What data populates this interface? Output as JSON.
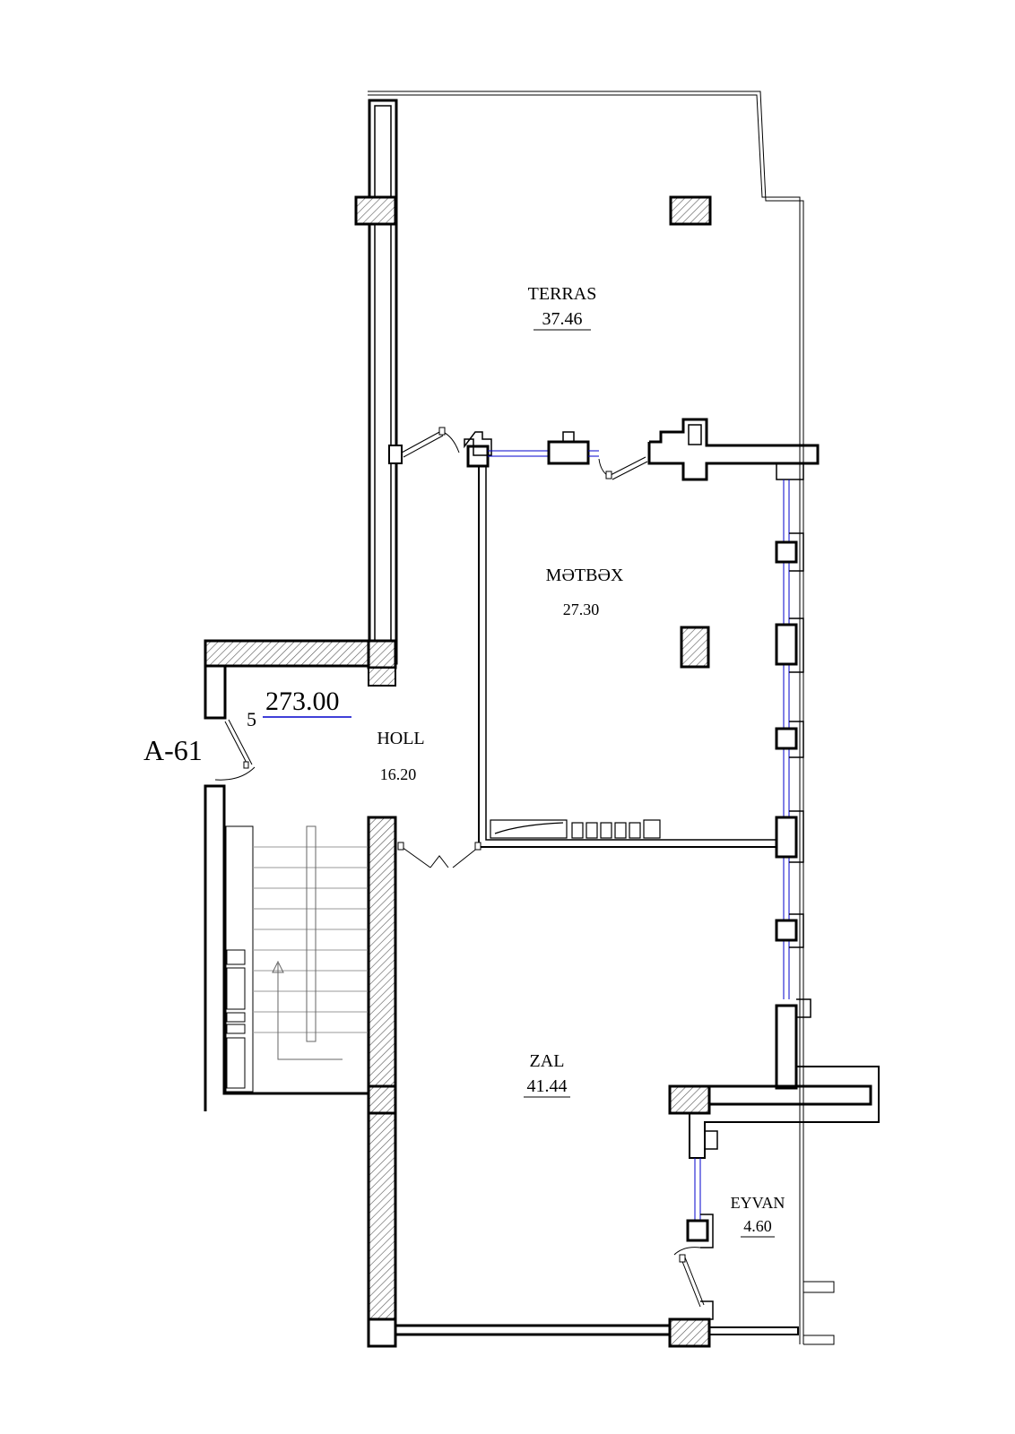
{
  "plan": {
    "apartment_code": "A-61",
    "total_area": "273.00",
    "floor_number": "5",
    "rooms": [
      {
        "name": "TERRAS",
        "area": "37.46",
        "underlined": true
      },
      {
        "name": "MƏTBƏX",
        "area": "27.30",
        "underlined": false
      },
      {
        "name": "HOLL",
        "area": "16.20",
        "underlined": false
      },
      {
        "name": "ZAL",
        "area": "41.44",
        "underlined": true
      },
      {
        "name": "EYVAN",
        "area": "4.60",
        "underlined": true
      }
    ]
  },
  "colors": {
    "code": "#ff0000",
    "total_area": "#0000cc",
    "floor_number": "#1a6b1a",
    "walls": "#000000",
    "windows": "#0000cc"
  }
}
